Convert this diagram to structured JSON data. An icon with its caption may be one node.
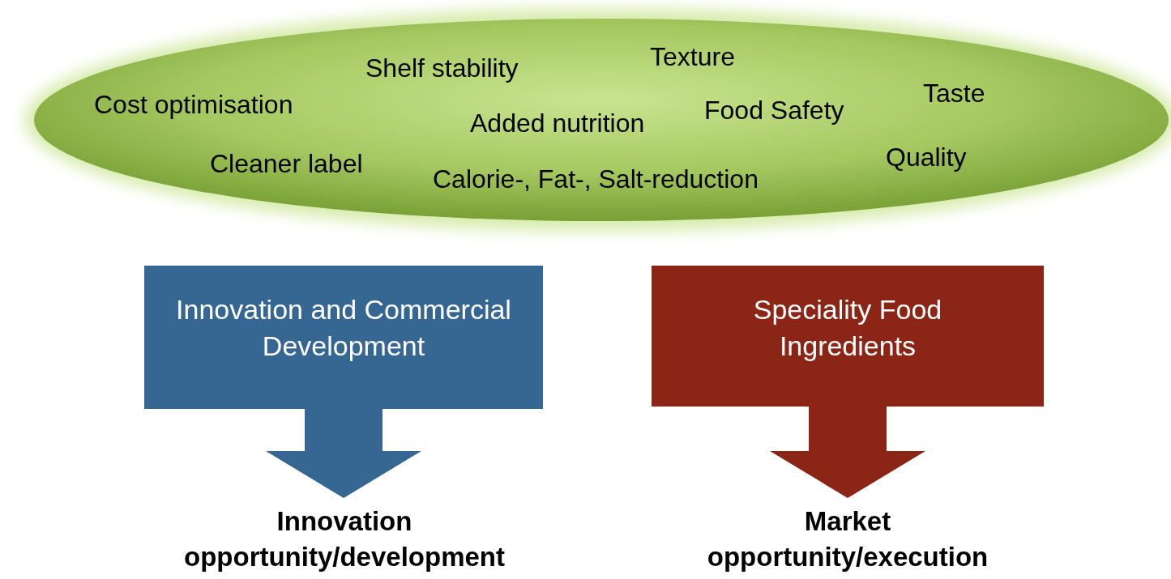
{
  "diagram": {
    "nodes": [
      {
        "text": [
          "Texture",
          "Shelf stability",
          "Taste",
          "Cost optimisation",
          "Food Safety",
          "Added nutrition",
          "Quality",
          "Cleaner label",
          "Calorie-, Fat-, Salt-reduction"
        ]
      },
      {
        "text": [
          "Innovation and Commercial Development"
        ]
      },
      {
        "text": [
          "Speciality Food Ingredients"
        ]
      },
      {
        "text": [
          "Innovation opportunity/development"
        ]
      },
      {
        "text": [
          "Market opportunity/execution"
        ]
      }
    ],
    "edges": [
      {
        "from": 1,
        "to": 3,
        "arrow": "to",
        "color": "#366692"
      },
      {
        "from": 2,
        "to": 4,
        "arrow": "to",
        "color": "#8b2515"
      }
    ]
  }
}
